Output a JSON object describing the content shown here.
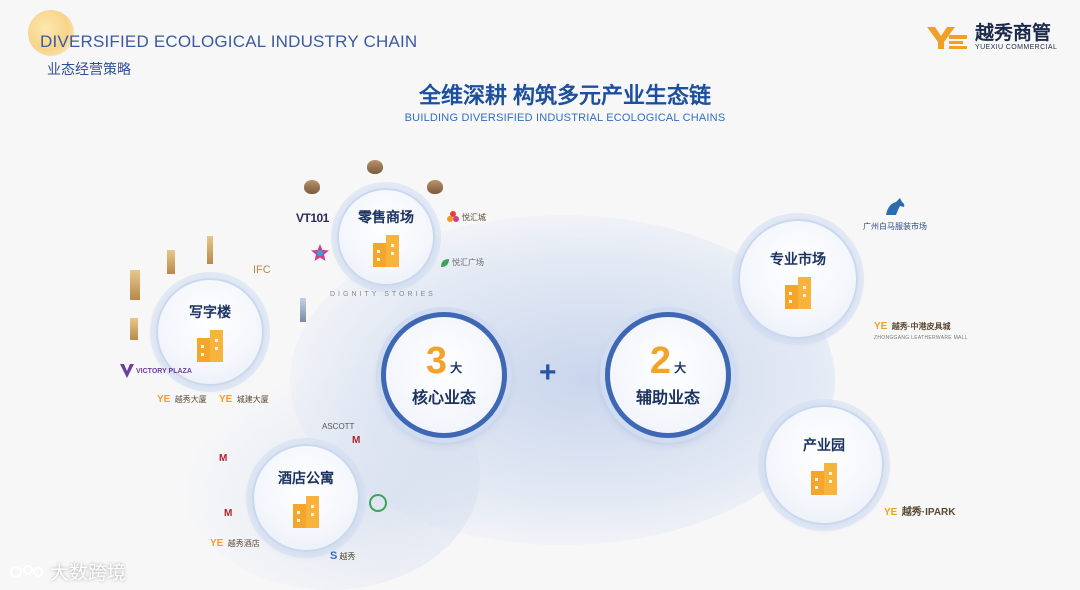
{
  "header": {
    "title_en": "DIVERSIFIED ECOLOGICAL INDUSTRY CHAIN",
    "title_cn": "业态经营策略"
  },
  "brand": {
    "name_cn": "越秀商管",
    "name_en": "YUEXIU COMMERCIAL",
    "mark": "YE"
  },
  "main": {
    "title": "全维深耕 构筑多元产业生态链",
    "subtitle": "BUILDING DIVERSIFIED INDUSTRIAL ECOLOGICAL CHAINS"
  },
  "core": {
    "number": "3",
    "unit": "大",
    "label": "核心业态",
    "items": [
      "零售商场",
      "写字楼",
      "酒店公寓"
    ]
  },
  "aux": {
    "number": "2",
    "unit": "大",
    "label": "辅助业态",
    "items": [
      "专业市场",
      "产业园"
    ]
  },
  "plus": "+",
  "logos": {
    "retail": [
      "VT101",
      "悦汇城",
      "悦汇广场",
      "DIGNITY STORIES"
    ],
    "office": [
      "IFC",
      "VICTORY PLAZA",
      "越秀大厦",
      "城建大厦"
    ],
    "hotel": [
      "ASCOTT",
      "越秀酒店",
      "越秀"
    ],
    "market": [
      "越秀·中港皮具城",
      "ZHONGGANG LEATHERWARE MALL",
      "广州白马服装市场"
    ],
    "park": [
      "越秀·IPARK"
    ]
  },
  "watermark": "大数跨境",
  "colors": {
    "accent": "#f2a32b",
    "primary": "#1c4f9e",
    "ring": "#3e67b4"
  }
}
